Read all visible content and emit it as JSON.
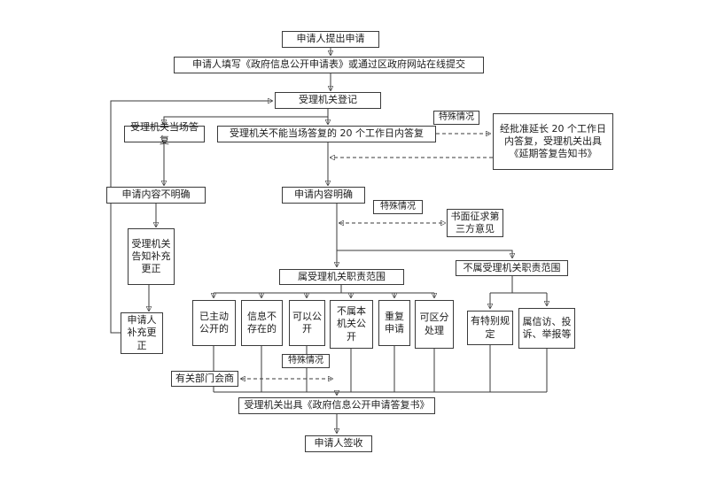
{
  "colors": {
    "ink": "#3a3a3a",
    "background": "#ffffff"
  },
  "nodes": {
    "submit": {
      "label": "申请人提出申请"
    },
    "fill_form": {
      "label": "申请人填写《政府信息公开申请表》或通过区政府网站在线提交"
    },
    "register": {
      "label": "受理机关登记"
    },
    "onspot": {
      "label": "受理机关当场答复"
    },
    "twenty": {
      "label": "受理机关不能当场答复的 20 个工作日内答复"
    },
    "special1": {
      "label": "特殊情况"
    },
    "extension": {
      "label": "经批准延长 20 个工作日内答复，受理机关出具《延期答复告知书》"
    },
    "unclear": {
      "label": "申请内容不明确"
    },
    "clear": {
      "label": "申请内容明确"
    },
    "special2": {
      "label": "特殊情况"
    },
    "third_party": {
      "label": "书面征求第三方意见"
    },
    "notify": {
      "label": "受理机关告知补充更正"
    },
    "in_scope": {
      "label": "属受理机关职责范围"
    },
    "out_scope": {
      "label": "不属受理机关职责范围"
    },
    "already": {
      "label": "已主动公开的"
    },
    "not_exist": {
      "label": "信息不存在的"
    },
    "can_pub": {
      "label": "可以公开"
    },
    "not_org": {
      "label": "不属本机关公开"
    },
    "repeat": {
      "label": "重复申请"
    },
    "separable": {
      "label": "可区分处理"
    },
    "special_rule": {
      "label": "有特别规定"
    },
    "petition": {
      "label": "属信访、投诉、举报等"
    },
    "supplement": {
      "label": "申请人补充更正"
    },
    "special3": {
      "label": "特殊情况"
    },
    "consult": {
      "label": "有关部门会商"
    },
    "reply_doc": {
      "label": "受理机关出具《政府信息公开申请答复书》"
    },
    "sign": {
      "label": "申请人签收"
    }
  }
}
